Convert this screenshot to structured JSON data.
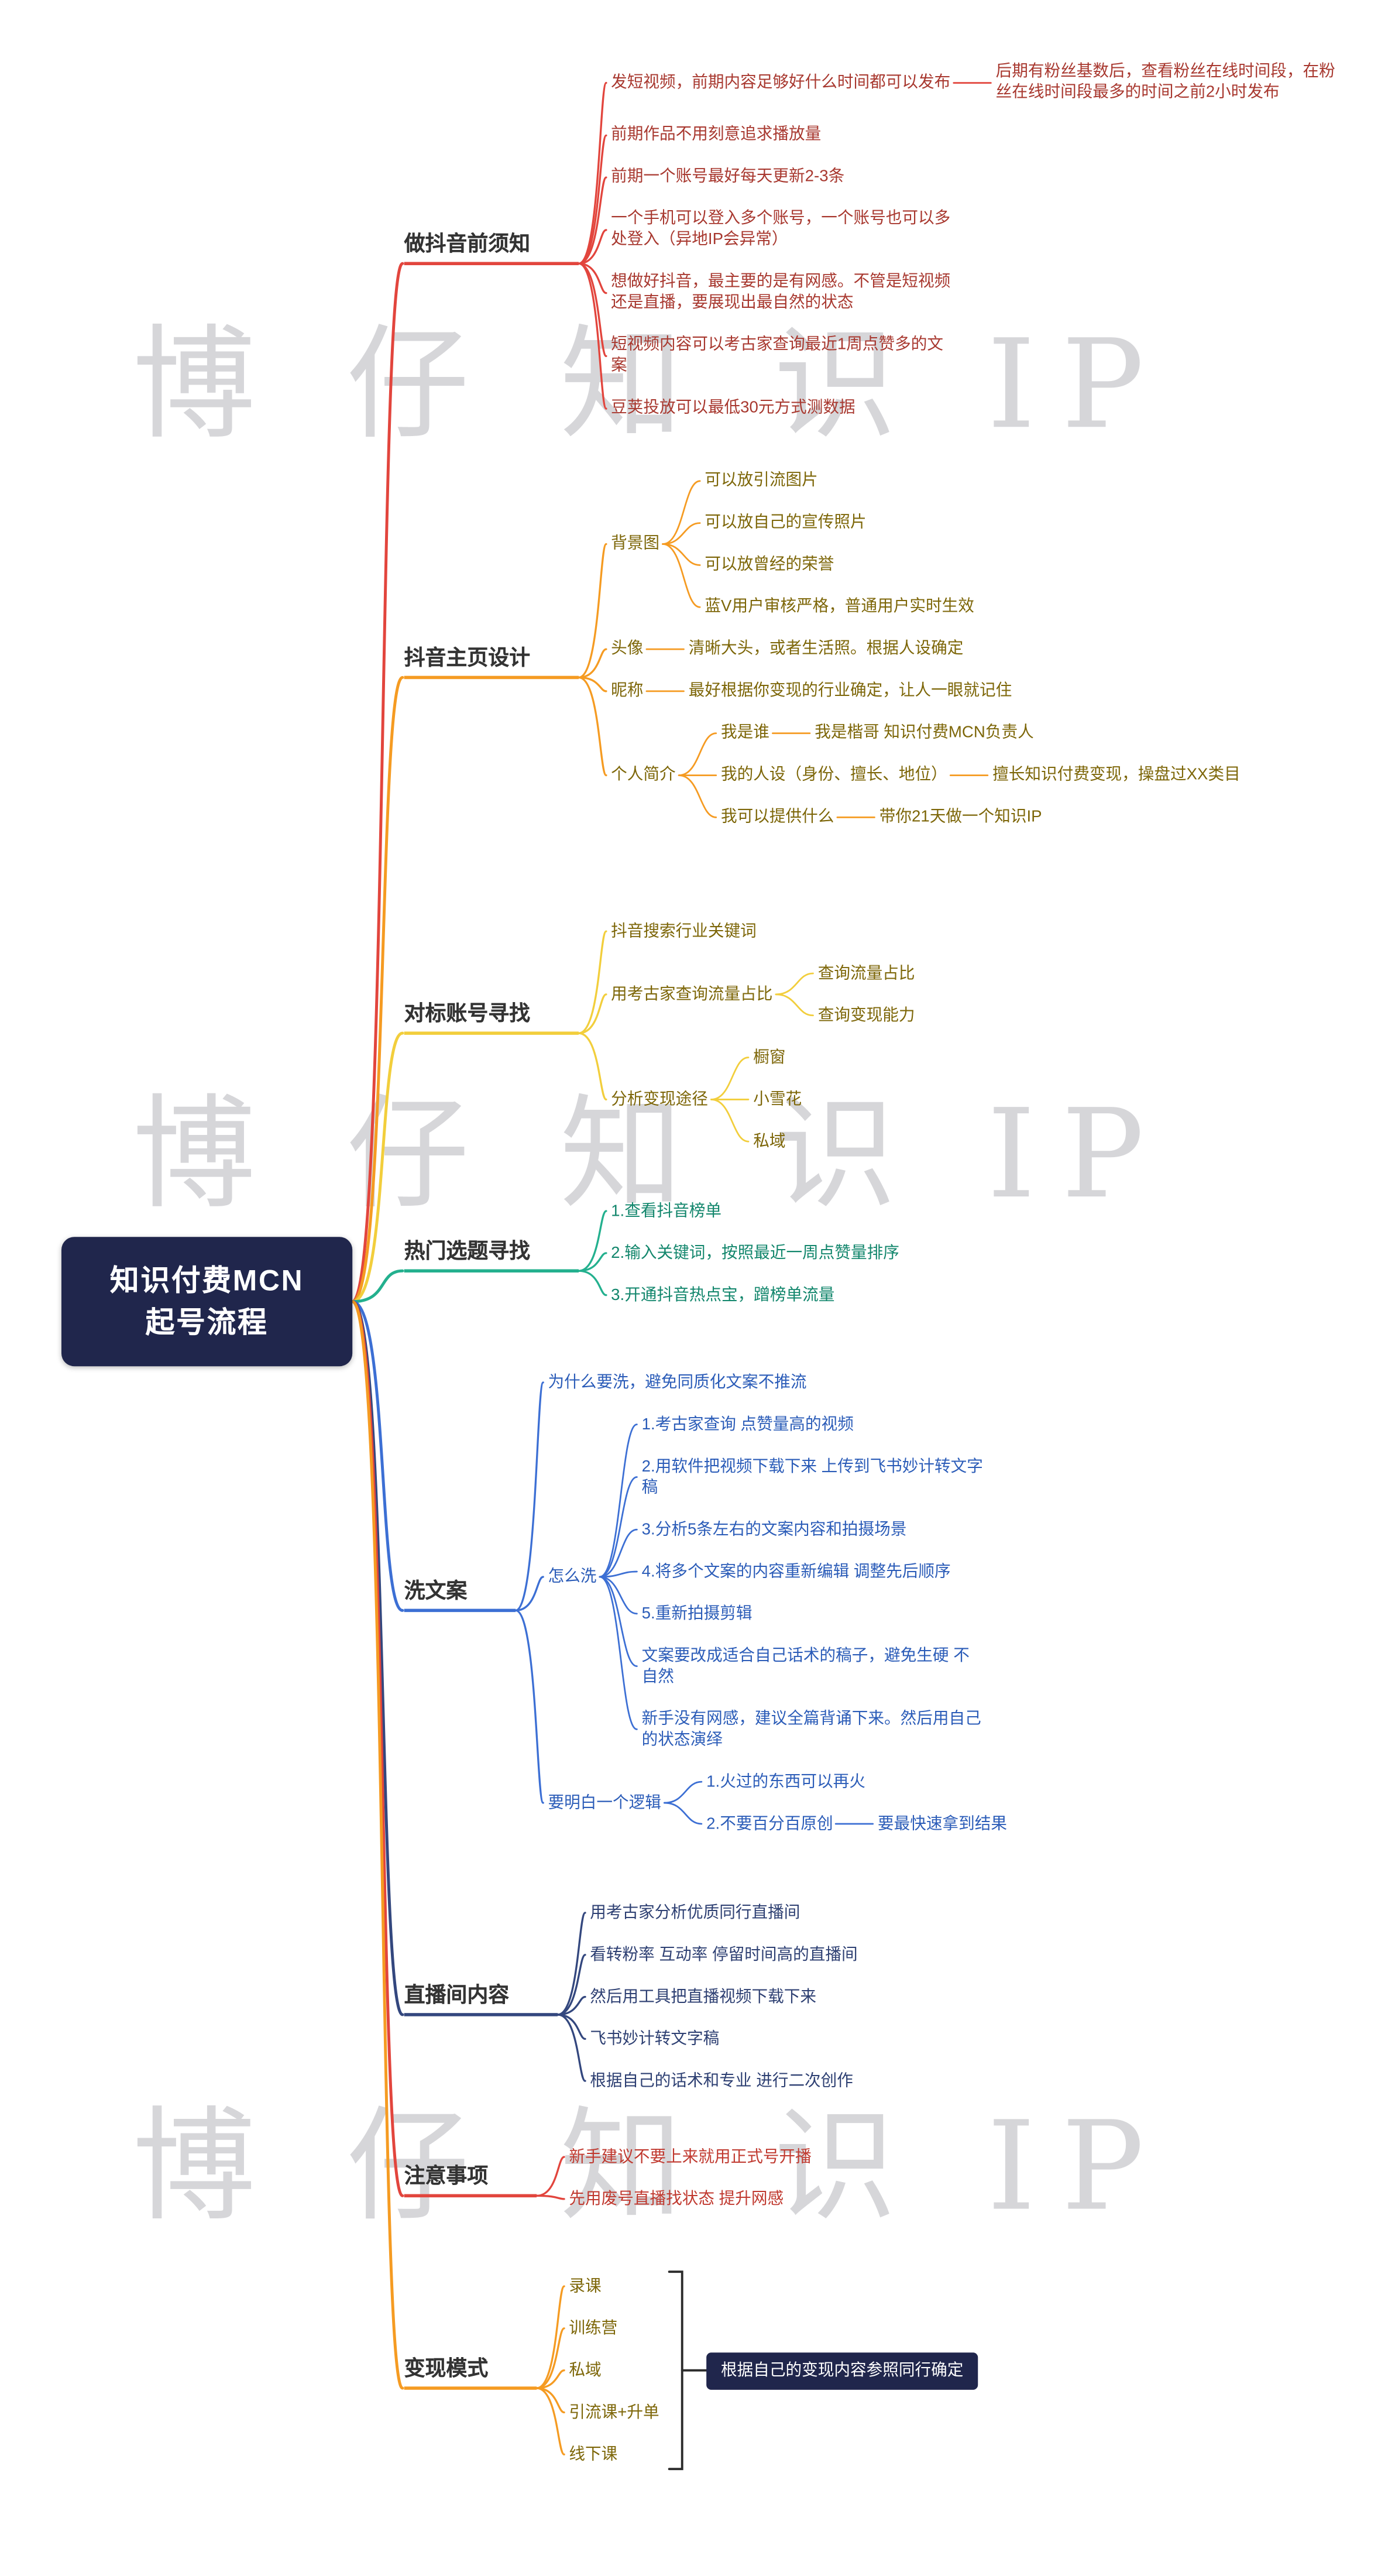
{
  "watermark": {
    "text": "博 仔 知 识 IP"
  },
  "root": {
    "line1": "知识付费MCN",
    "line2": "起号流程"
  },
  "branches": [
    {
      "label": "做抖音前须知",
      "line_color": "#e2453d",
      "text_color": "#a8382f",
      "children": [
        {
          "label": "发短视频，前期内容足够好什么时间都可以发布",
          "children": [
            {
              "label": "后期有粉丝基数后，查看粉丝在线时间段，在粉丝在线时间段最多的时间之前2小时发布"
            }
          ]
        },
        {
          "label": "前期作品不用刻意追求播放量"
        },
        {
          "label": "前期一个账号最好每天更新2-3条"
        },
        {
          "label": "一个手机可以登入多个账号，一个账号也可以多处登入（异地IP会异常）"
        },
        {
          "label": "想做好抖音，最主要的是有网感。不管是短视频还是直播，要展现出最自然的状态"
        },
        {
          "label": "短视频内容可以考古家查询最近1周点赞多的文案"
        },
        {
          "label": "豆荚投放可以最低30元方式测数据"
        }
      ]
    },
    {
      "label": "抖音主页设计",
      "line_color": "#f59b22",
      "text_color": "#7d6608",
      "children": [
        {
          "label": "背景图",
          "children": [
            {
              "label": "可以放引流图片"
            },
            {
              "label": "可以放自己的宣传照片"
            },
            {
              "label": "可以放曾经的荣誉"
            },
            {
              "label": "蓝V用户审核严格，普通用户实时生效"
            }
          ]
        },
        {
          "label": "头像",
          "children": [
            {
              "label": "清晰大头，或者生活照。根据人设确定"
            }
          ]
        },
        {
          "label": "昵称",
          "children": [
            {
              "label": "最好根据你变现的行业确定，让人一眼就记住"
            }
          ]
        },
        {
          "label": "个人简介",
          "children": [
            {
              "label": "我是谁",
              "children": [
                {
                  "label": "我是楷哥 知识付费MCN负责人"
                }
              ]
            },
            {
              "label": "我的人设（身份、擅长、地位）",
              "children": [
                {
                  "label": "擅长知识付费变现，操盘过XX类目"
                }
              ]
            },
            {
              "label": "我可以提供什么",
              "children": [
                {
                  "label": "带你21天做一个知识IP"
                }
              ]
            }
          ]
        }
      ]
    },
    {
      "label": "对标账号寻找",
      "line_color": "#f2ce3c",
      "text_color": "#7d6608",
      "children": [
        {
          "label": "抖音搜索行业关键词"
        },
        {
          "label": "用考古家查询流量占比",
          "children": [
            {
              "label": "查询流量占比"
            },
            {
              "label": "查询变现能力"
            }
          ]
        },
        {
          "label": "分析变现途径",
          "children": [
            {
              "label": "橱窗"
            },
            {
              "label": "小雪花"
            },
            {
              "label": "私域"
            }
          ]
        }
      ]
    },
    {
      "label": "热门选题寻找",
      "line_color": "#23b08e",
      "text_color": "#12866c",
      "children": [
        {
          "label": "1.查看抖音榜单"
        },
        {
          "label": "2.输入关键词，按照最近一周点赞量排序"
        },
        {
          "label": "3.开通抖音热点宝，蹭榜单流量"
        }
      ]
    },
    {
      "label": "洗文案",
      "line_color": "#3c6fd4",
      "text_color": "#2b5cb8",
      "children": [
        {
          "label": "为什么要洗，避免同质化文案不推流"
        },
        {
          "label": "怎么洗",
          "children": [
            {
              "label": "1.考古家查询 点赞量高的视频"
            },
            {
              "label": "2.用软件把视频下载下来 上传到飞书妙计转文字稿"
            },
            {
              "label": "3.分析5条左右的文案内容和拍摄场景"
            },
            {
              "label": "4.将多个文案的内容重新编辑 调整先后顺序"
            },
            {
              "label": "5.重新拍摄剪辑"
            },
            {
              "label": "文案要改成适合自己话术的稿子，避免生硬 不自然"
            },
            {
              "label": "新手没有网感，建议全篇背诵下来。然后用自己的状态演绎"
            }
          ]
        },
        {
          "label": "要明白一个逻辑",
          "children": [
            {
              "label": "1.火过的东西可以再火"
            },
            {
              "label": "2.不要百分百原创",
              "children": [
                {
                  "label": "要最快速拿到结果"
                }
              ]
            }
          ]
        }
      ]
    },
    {
      "label": "直播间内容",
      "line_color": "#33477e",
      "text_color": "#2d3f72",
      "children": [
        {
          "label": "用考古家分析优质同行直播间"
        },
        {
          "label": "看转粉率 互动率 停留时间高的直播间"
        },
        {
          "label": "然后用工具把直播视频下载下来"
        },
        {
          "label": "飞书妙计转文字稿"
        },
        {
          "label": "根据自己的话术和专业 进行二次创作"
        }
      ]
    },
    {
      "label": "注意事项",
      "line_color": "#e2453d",
      "text_color": "#c0392f",
      "children": [
        {
          "label": "新手建议不要上来就用正式号开播"
        },
        {
          "label": "先用废号直播找状态 提升网感"
        }
      ]
    },
    {
      "label": "变现模式",
      "line_color": "#f59b22",
      "text_color": "#7d6608",
      "note": "根据自己的变现内容参照同行确定",
      "children": [
        {
          "label": "录课"
        },
        {
          "label": "训练营"
        },
        {
          "label": "私域"
        },
        {
          "label": "引流课+升单"
        },
        {
          "label": "线下课"
        }
      ]
    }
  ]
}
